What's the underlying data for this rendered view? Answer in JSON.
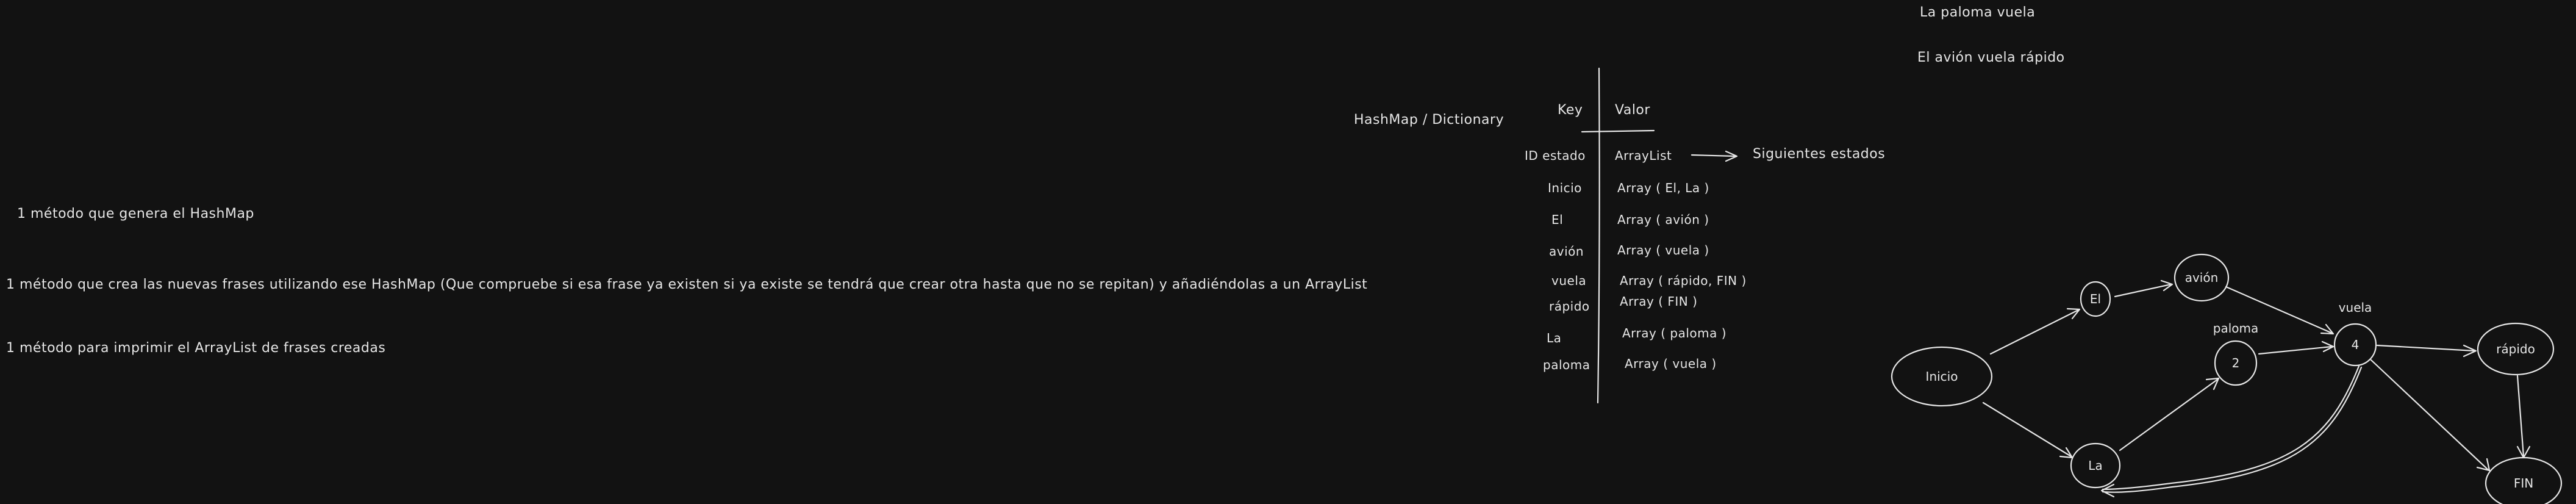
{
  "left_notes": [
    "1 método que genera el HashMap",
    "1 método que crea las nuevas frases utilizando ese HashMap (Que compruebe si esa frase ya existen si ya existe se tendrá que crear otra hasta que no se  repitan) y añadiéndolas a un ArrayList",
    "1 método para imprimir el ArrayList de  frases creadas"
  ],
  "hashmap": {
    "title": "HashMap / Dictionary",
    "key_header": "Key",
    "value_header": "Valor",
    "rows": [
      {
        "key": "ID estado",
        "value": "ArrayList"
      },
      {
        "key": "Inicio",
        "value": "Array ( El, La )"
      },
      {
        "key": "El",
        "value": "Array ( avión )"
      },
      {
        "key": "avión",
        "value": "Array ( vuela )"
      },
      {
        "key": "vuela",
        "value": "Array ( rápido, FIN )"
      },
      {
        "key": "rápido",
        "value": "Array ( FIN )"
      },
      {
        "key": "La",
        "value": "Array ( paloma )"
      },
      {
        "key": "paloma",
        "value": "Array ( vuela )"
      }
    ],
    "arrow_note": "Siguientes estados"
  },
  "sentences": [
    "La paloma vuela",
    "El avión vuela rápido"
  ],
  "graph": {
    "nodes": {
      "inicio": "Inicio",
      "el": "El",
      "avion": "avión",
      "la": "La",
      "n2": "2",
      "n4": "4",
      "rapido": "rápido",
      "fin": "FIN"
    },
    "annotations": {
      "paloma": "paloma",
      "vuela": "vuela"
    }
  }
}
